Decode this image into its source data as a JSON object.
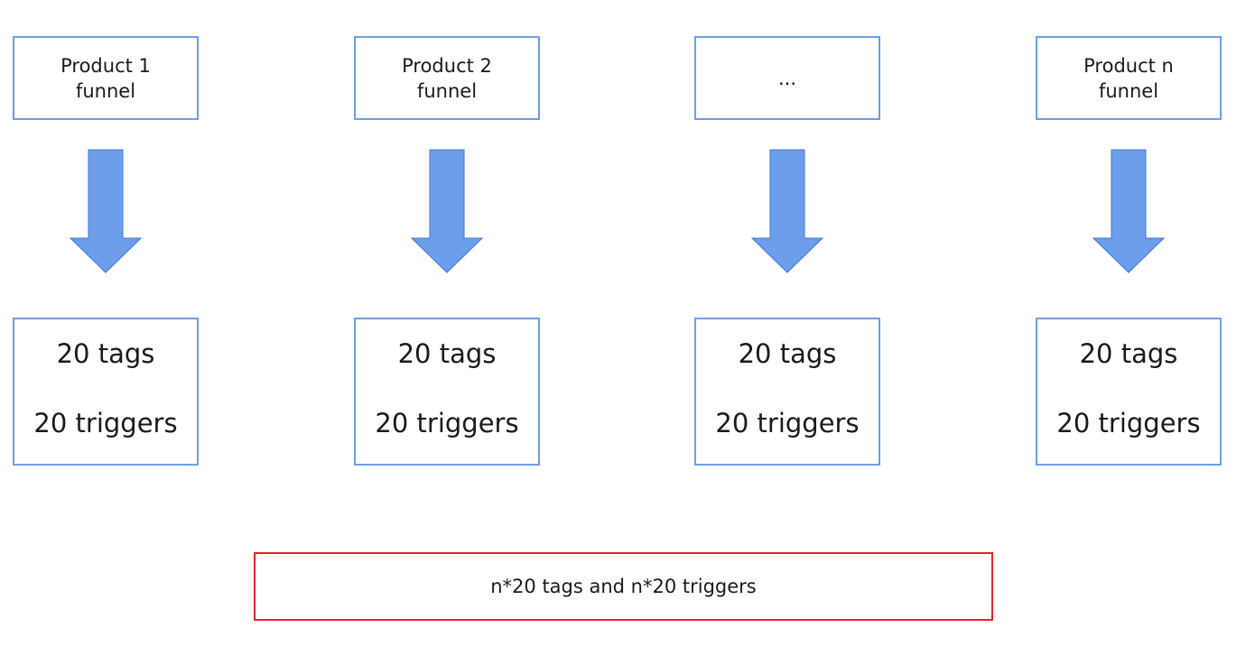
{
  "diagram": {
    "columns": [
      {
        "funnel_label": "Product 1\nfunnel",
        "tags_label": "20 tags",
        "triggers_label": "20 triggers"
      },
      {
        "funnel_label": "Product 2\nfunnel",
        "tags_label": "20 tags",
        "triggers_label": "20 triggers"
      },
      {
        "funnel_label": "...",
        "tags_label": "20 tags",
        "triggers_label": "20 triggers"
      },
      {
        "funnel_label": "Product n\nfunnel",
        "tags_label": "20 tags",
        "triggers_label": "20 triggers"
      }
    ],
    "summary_label": "n*20 tags and n*20 triggers"
  },
  "colors": {
    "box_border": "#6d9eeb",
    "arrow_fill": "#6d9eeb",
    "arrow_stroke": "#3c78d8",
    "summary_border": "#e8232a"
  }
}
